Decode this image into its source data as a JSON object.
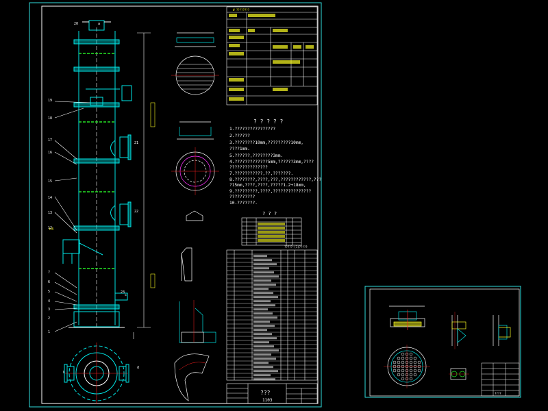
{
  "main_sheet": {
    "header_line_1": "W ????????",
    "notes_title": "? ? ? ? ?",
    "notes": [
      "1.????????????????",
      "2.??????",
      "3.????????10mm,?????????10mm,",
      "  ????1mm.",
      "5.??????,????????3mm.",
      "4.?????????????5mm,??????3mm,????",
      "  ???????????????",
      "7.???????????,??,???????.",
      "8.????????,????,???,????????????,???",
      "  ?15mm,????,????,?????1.2+18mm,",
      "9.?????????,????,???????????????",
      "  ??????????",
      "10.???????."
    ],
    "nozzle_table_title": "? ? ?",
    "parts_list_title": "?????-(1)?????",
    "title_block_name": "???",
    "title_block_sub": "1103",
    "balloons": [
      "20",
      "19",
      "18",
      "17",
      "16",
      "15",
      "14",
      "13",
      "12",
      "7",
      "6",
      "5",
      "4",
      "3",
      "2",
      "1",
      "21",
      "22",
      "23"
    ],
    "labels": {
      "b": "b",
      "d": "d",
      "b3": "b3",
      "a": "a",
      "c": "c"
    }
  },
  "detail_sheet": {
    "title_block_name": "????"
  },
  "colors": {
    "border": "#2fdede",
    "vessel": "#00e6e6",
    "green": "#25e625",
    "red": "#ff2020",
    "magenta": "#ff33ff",
    "white": "#ffffff",
    "yellow": "#ffff22"
  }
}
